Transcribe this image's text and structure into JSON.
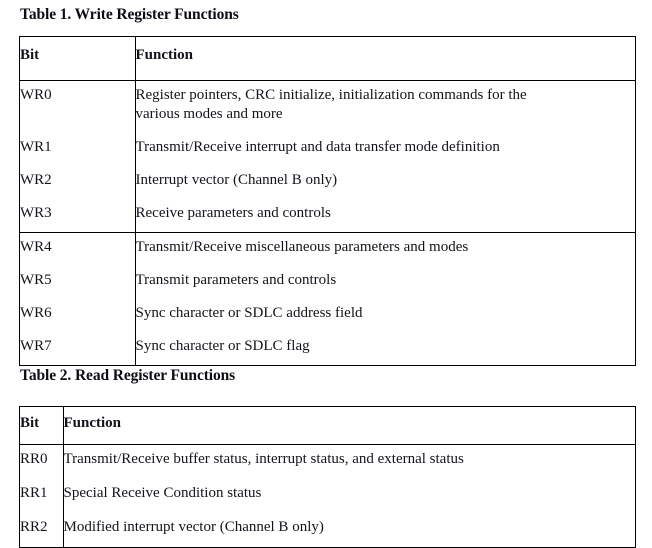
{
  "document": {
    "tables": [
      {
        "caption": "Table 1. Write Register Functions",
        "columns": [
          "Bit",
          "Function"
        ],
        "rows": [
          {
            "bit": "WR0",
            "function_lines": [
              "Register pointers, CRC initialize, initialization commands for the",
              "various modes and more"
            ]
          },
          {
            "bit": "WR1",
            "function_lines": [
              "Transmit/Receive interrupt and data transfer mode definition"
            ]
          },
          {
            "bit": "WR2",
            "function_lines": [
              "Interrupt vector (Channel B only)"
            ]
          },
          {
            "bit": "WR3",
            "function_lines": [
              "Receive parameters and controls"
            ]
          },
          {
            "bit": "WR4",
            "function_lines": [
              "Transmit/Receive miscellaneous parameters and modes"
            ]
          },
          {
            "bit": "WR5",
            "function_lines": [
              "Transmit parameters and controls"
            ]
          },
          {
            "bit": "WR6",
            "function_lines": [
              "Sync character or SDLC address field"
            ]
          },
          {
            "bit": "WR7",
            "function_lines": [
              "Sync character or SDLC flag"
            ]
          }
        ],
        "group_separator_after_row": 3
      },
      {
        "caption": "Table 2. Read Register Functions",
        "columns": [
          "Bit",
          "Function"
        ],
        "rows": [
          {
            "bit": "RR0",
            "function_lines": [
              "Transmit/Receive buffer status, interrupt status, and external status"
            ]
          },
          {
            "bit": "RR1",
            "function_lines": [
              "Special Receive Condition status"
            ]
          },
          {
            "bit": "RR2",
            "function_lines": [
              "Modified interrupt vector (Channel B only)"
            ]
          }
        ],
        "group_separator_after_row": -1
      }
    ]
  },
  "colors": {
    "text": "#14131c",
    "rule": "#000000",
    "background": "#ffffff"
  }
}
